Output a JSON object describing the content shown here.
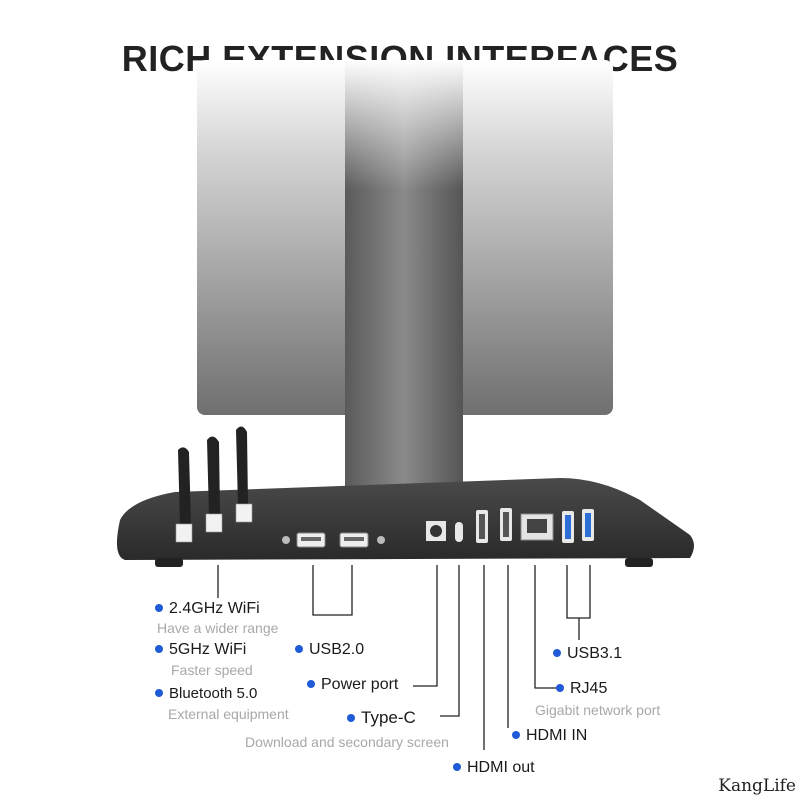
{
  "title": "RICH EXTENSION INTERFACES",
  "labels": {
    "wifi24": "2.4GHz WiFi",
    "wifi24_sub": "Have a wider range",
    "wifi5": "5GHz WiFi",
    "wifi5_sub": "Faster speed",
    "bt": "Bluetooth 5.0",
    "bt_sub": "External equipment",
    "usb2": "USB2.0",
    "power": "Power port",
    "typec": "Type-C",
    "typec_sub": "Download and secondary screen",
    "hdmi_out": "HDMI out",
    "hdmi_in": "HDMI  IN",
    "rj45": "RJ45",
    "rj45_sub": "Gigabit network port",
    "usb3": "USB3.1"
  },
  "watermark": "KangLife",
  "colors": {
    "dot": "#1f5bd6",
    "body": "#3a3a3a",
    "panel": "#8c8c8c"
  }
}
